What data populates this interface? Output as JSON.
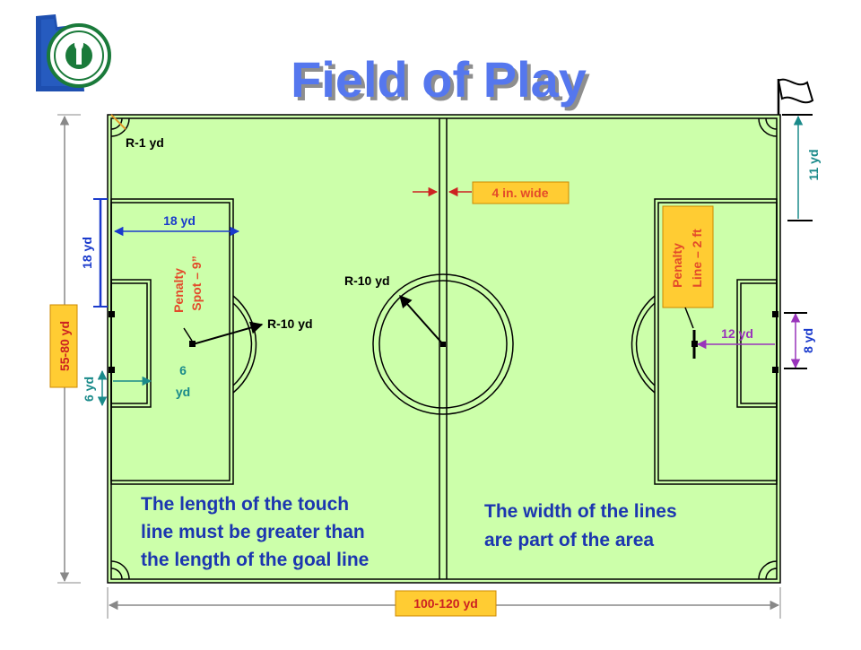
{
  "title": "Field of Play",
  "labels": {
    "corner_radius": "R-1 yd",
    "line_width": "4 in. wide",
    "center_radius": "R-10 yd",
    "penalty_arc_radius": "R-10 yd",
    "penalty_area_depth": "18 yd",
    "penalty_area_half_width": "18 yd",
    "goal_area_half_width": "6 yd",
    "goal_area_depth_top": "6",
    "goal_area_depth_bottom": "yd",
    "field_width": "55-80 yd",
    "field_length": "100-120 yd",
    "flag_distance": "11 yd",
    "goal_width": "8 yd",
    "penalty_line_distance": "12 yd",
    "penalty_spot_line1": "Penalty",
    "penalty_spot_line2": "Spot – 9”",
    "penalty_line_line1": "Penalty",
    "penalty_line_line2": "Line – 2 ft"
  },
  "notes": {
    "touch_line": [
      "The length of the touch",
      "line must be greater than",
      "the length of the goal line"
    ],
    "line_area": [
      "The width of the lines",
      "are part of the area"
    ]
  },
  "colors": {
    "title": "#5577ee",
    "field": "#ccffaa",
    "field_line": "#000000",
    "dimension_blue": "#1a3acc",
    "dimension_teal": "#1a8a8a",
    "dimension_purple": "#9933bb",
    "callout_box": "#ffcc33",
    "callout_text": "#e34a2a",
    "note_text": "#1c36b0",
    "dark_red": "#cc2222"
  },
  "logo": {
    "name": "school-athletic-association-seal"
  }
}
